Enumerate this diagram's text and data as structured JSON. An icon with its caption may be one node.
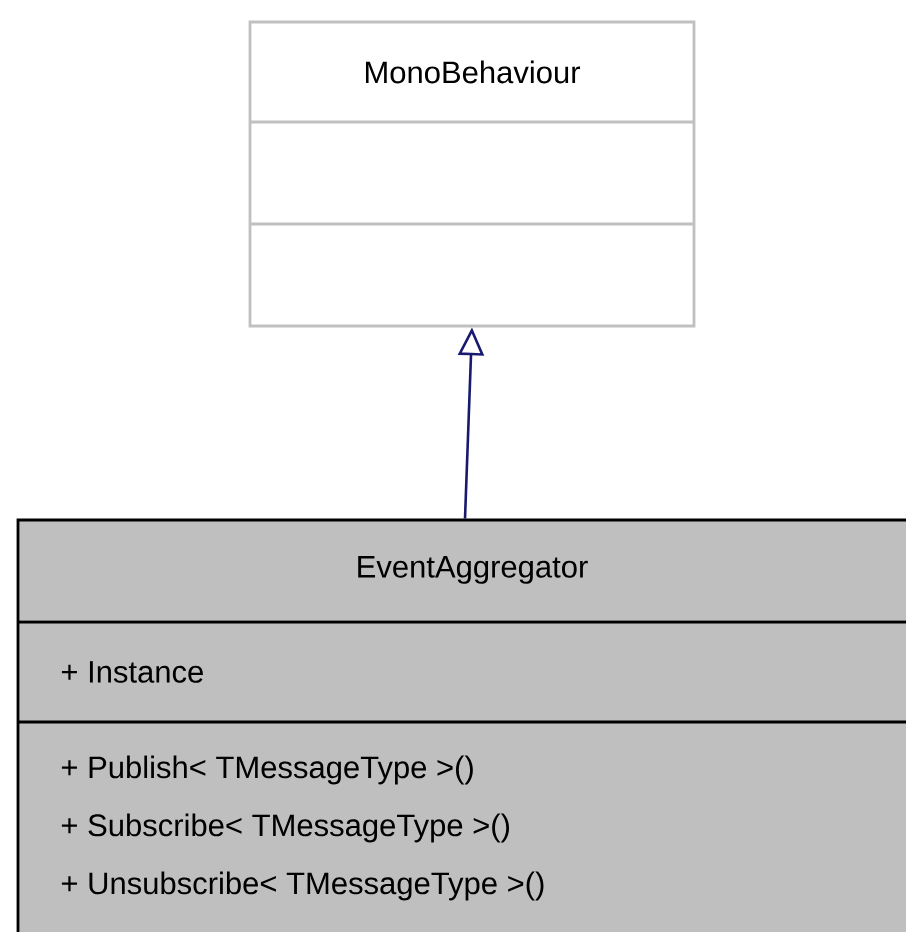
{
  "diagram": {
    "nodes": [
      {
        "text": [
          "MonoBehaviour"
        ]
      },
      {
        "text": [
          "EventAggregator",
          "+ Instance",
          "+ Publish< TMessageType >()",
          "+ Subscribe< TMessageType >()",
          "+ Unsubscribe< TMessageType >()"
        ]
      }
    ],
    "edges": [
      {
        "from": 1,
        "to": 0,
        "arrow": "to"
      }
    ]
  }
}
